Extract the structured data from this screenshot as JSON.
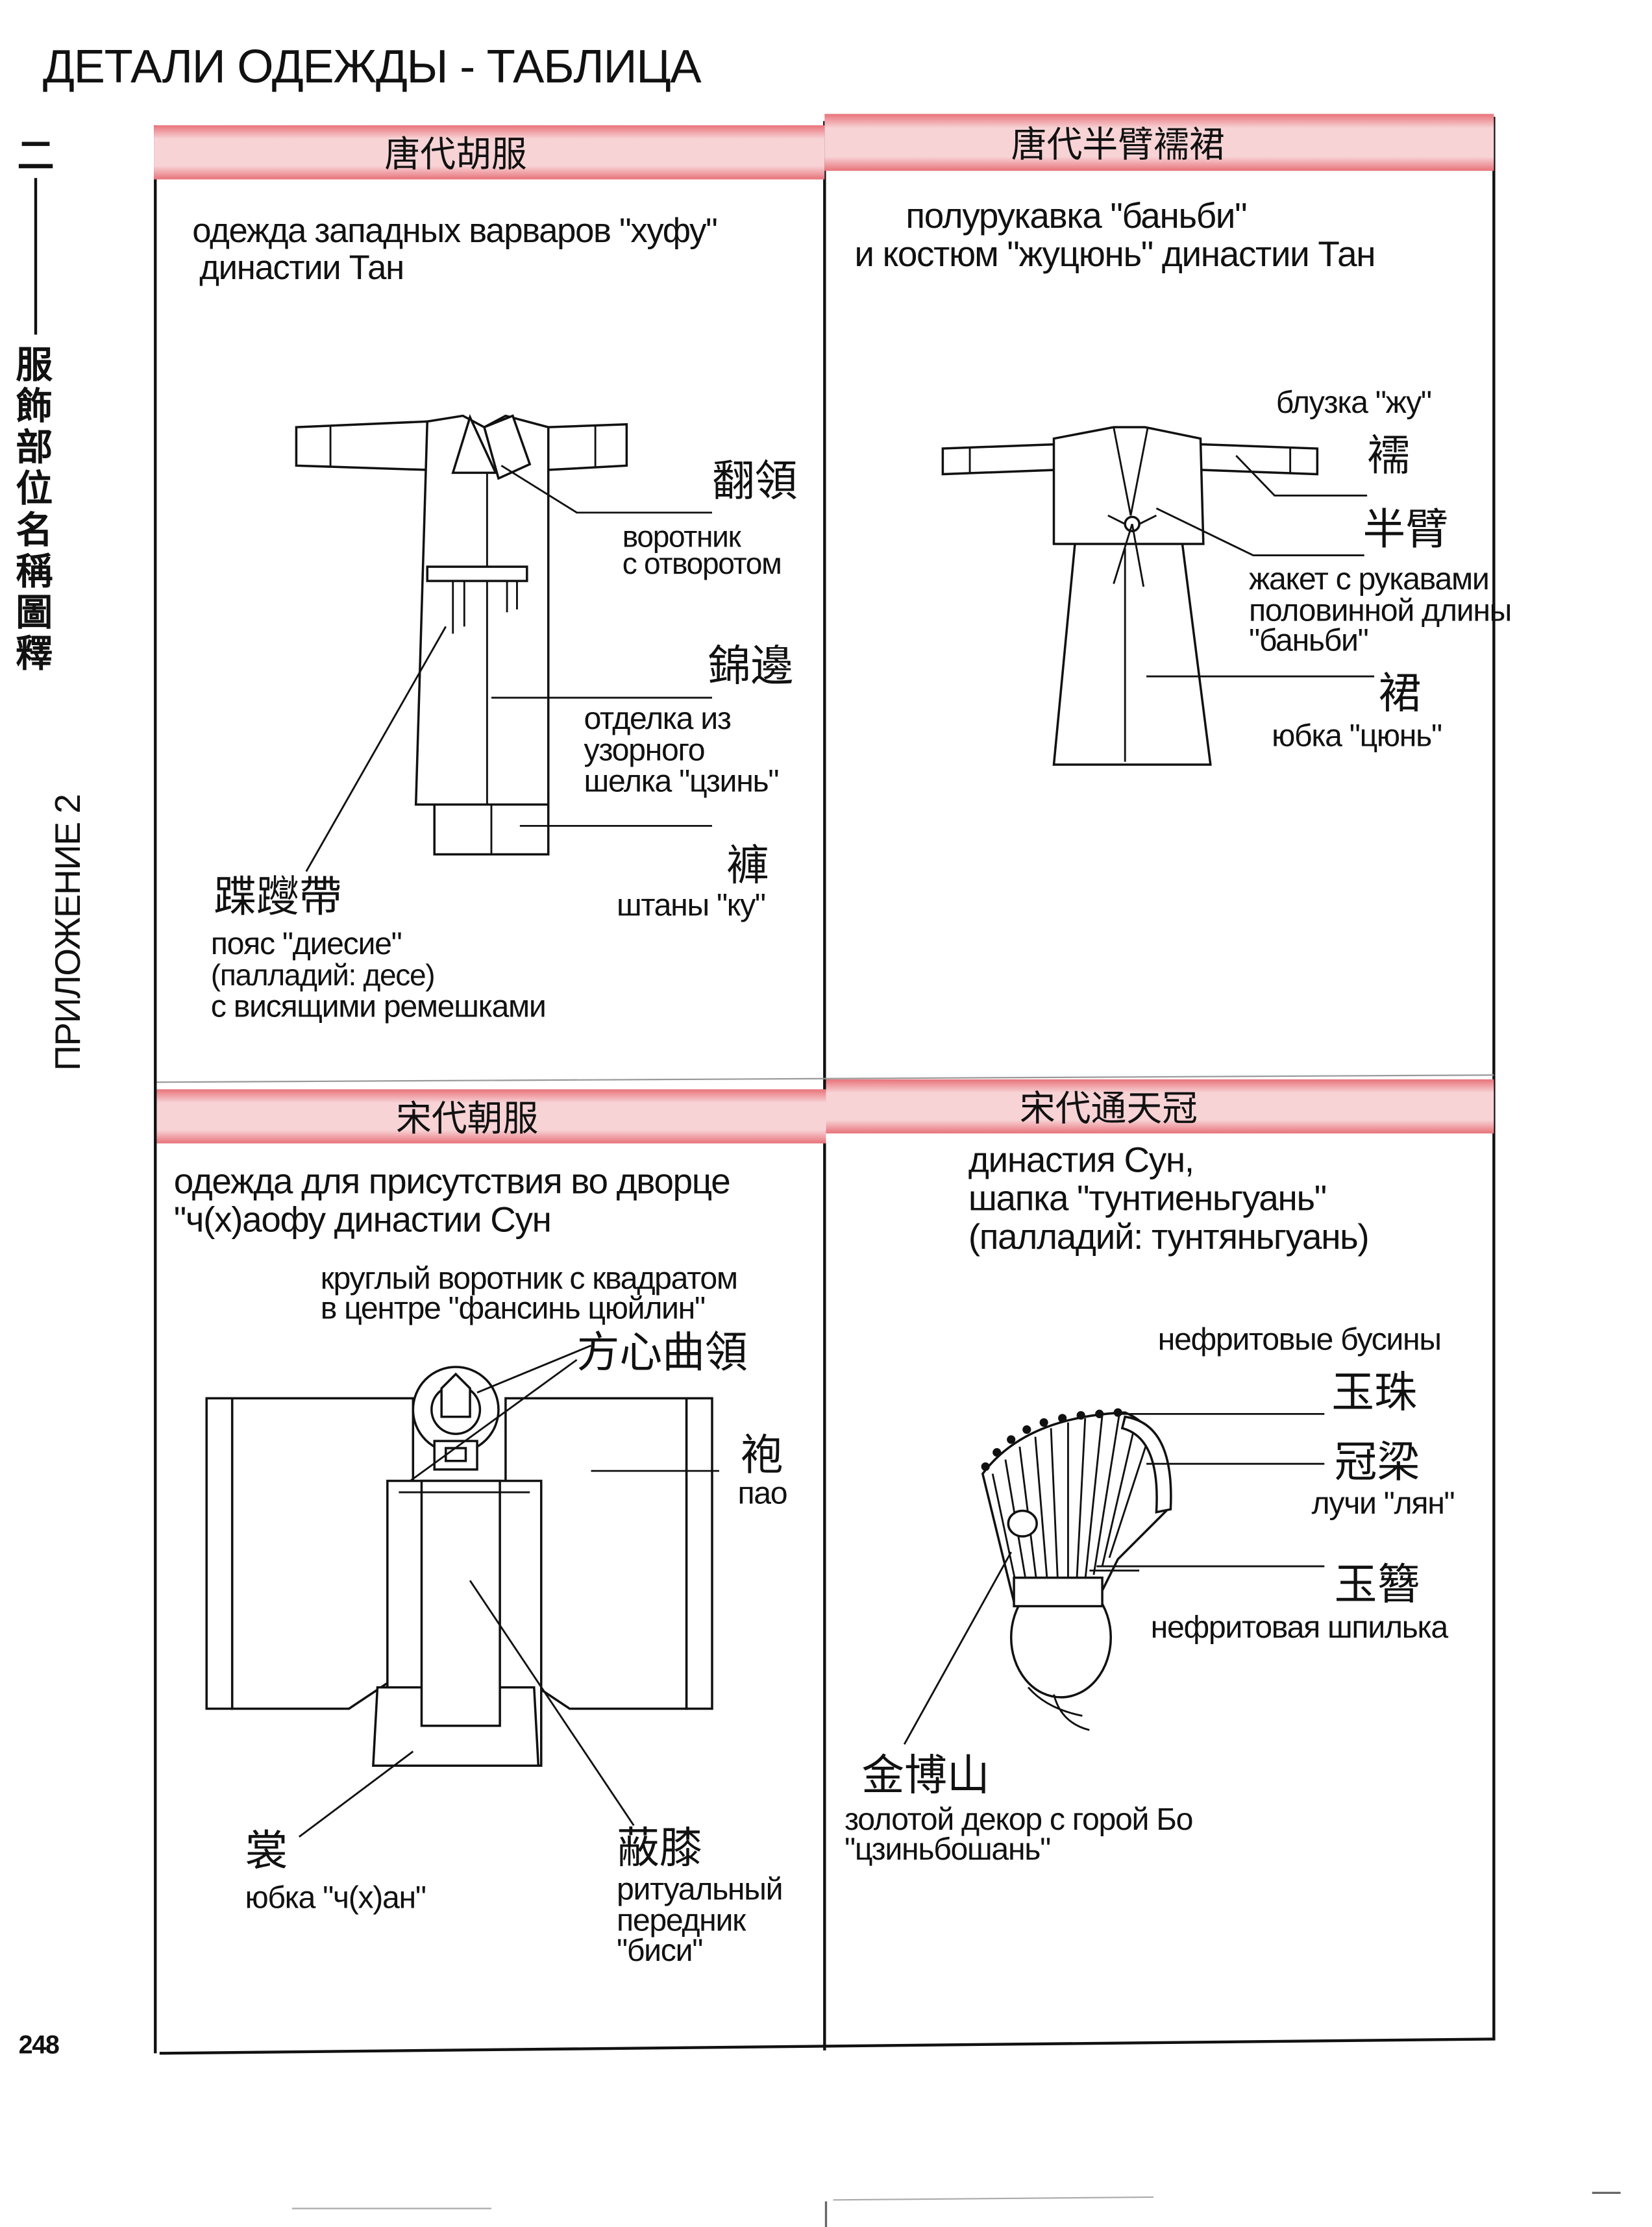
{
  "page": {
    "title": "ДЕТАЛИ ОДЕЖДЫ - ТАБЛИЦА",
    "page_number": "248",
    "sidebar": {
      "section_numeral": "二",
      "chinese_title_chars": [
        "服",
        "飾",
        "部",
        "位",
        "名",
        "稱",
        "圖",
        "釋"
      ],
      "appendix_label": "ПРИЛОЖЕНИЕ 2"
    }
  },
  "panels": [
    {
      "header": "唐代胡服",
      "caption": [
        "одежда западных варваров \"хуфу\"",
        "династии Тан"
      ],
      "labels": [
        {
          "cn": "翻領",
          "ru": [
            "воротник",
            "с отворотом"
          ]
        },
        {
          "cn": "錦邊",
          "ru": [
            "отделка из",
            "узорного",
            "шелка \"цзинь\""
          ]
        },
        {
          "cn": "褲",
          "ru": [
            "штаны \"ку\""
          ]
        },
        {
          "cn": "蹀躞帶",
          "ru": [
            "пояс \"диесие\"",
            "(палладий: десе)",
            "с висящими ремешками"
          ]
        }
      ]
    },
    {
      "header": "唐代半臂襦裙",
      "caption": [
        "полурукавка \"баньби\"",
        "и костюм \"жуцюнь\" династии Тан"
      ],
      "labels": [
        {
          "cn": "襦",
          "ru": [
            "блузка \"жу\""
          ]
        },
        {
          "cn": "半臂",
          "ru": [
            "жакет с рукавами",
            "половинной длины",
            "\"баньби\""
          ]
        },
        {
          "cn": "裙",
          "ru": [
            "юбка \"цюнь\""
          ]
        }
      ]
    },
    {
      "header": "宋代朝服",
      "caption": [
        "одежда для присутствия во дворце",
        "\"ч(х)аофу династии Сун"
      ],
      "labels": [
        {
          "cn": "方心曲領",
          "ru": [
            "круглый воротник с квадратом",
            "в центре \"фансинь цюйлин\""
          ]
        },
        {
          "cn": "袍",
          "ru": [
            "пао"
          ]
        },
        {
          "cn": "裳",
          "ru": [
            "юбка \"ч(х)ан\""
          ]
        },
        {
          "cn": "蔽膝",
          "ru": [
            "ритуальный",
            "передник",
            "\"биси\""
          ]
        }
      ]
    },
    {
      "header": "宋代通天冠",
      "caption": [
        "династия Сун,",
        "шапка \"тунтиеньгуань\"",
        "(палладий: тунтяньгуань)"
      ],
      "labels": [
        {
          "cn": "玉珠",
          "ru": [
            "нефритовые бусины"
          ]
        },
        {
          "cn": "冠梁",
          "ru": [
            "лучи \"лян\""
          ]
        },
        {
          "cn": "玉簪",
          "ru": [
            "нефритовая шпилька"
          ]
        },
        {
          "cn": "金博山",
          "ru": [
            "золотой декор с горой Бо",
            "\"цзиньбошань\""
          ]
        }
      ]
    }
  ],
  "colors": {
    "header_edge": "#e8737a",
    "header_center": "#f7d3d6"
  }
}
